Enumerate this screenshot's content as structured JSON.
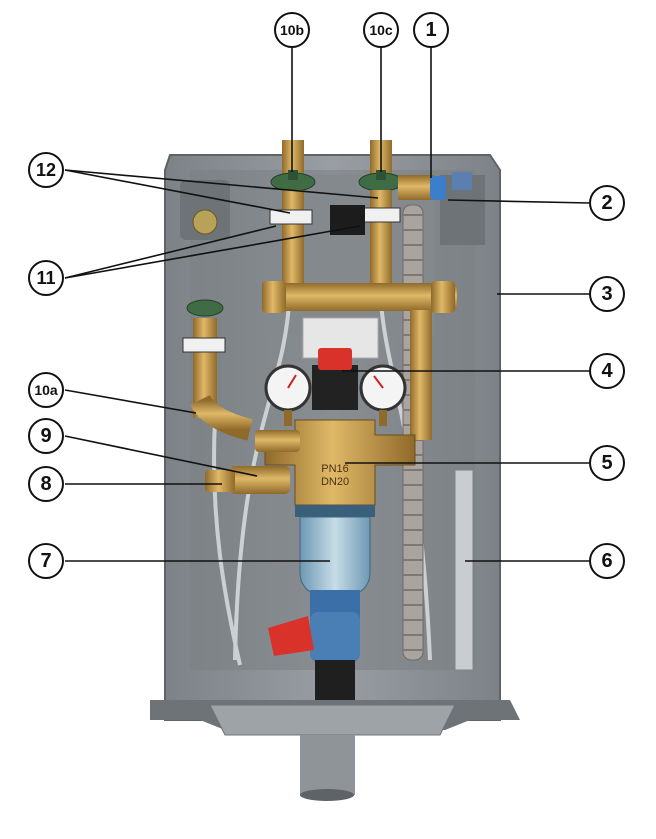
{
  "callouts": {
    "c1": {
      "label": "1"
    },
    "c2": {
      "label": "2"
    },
    "c3": {
      "label": "3"
    },
    "c4": {
      "label": "4"
    },
    "c5": {
      "label": "5"
    },
    "c6": {
      "label": "6"
    },
    "c7": {
      "label": "7"
    },
    "c8": {
      "label": "8"
    },
    "c9": {
      "label": "9"
    },
    "c10a": {
      "label": "10a"
    },
    "c10b": {
      "label": "10b"
    },
    "c10c": {
      "label": "10c"
    },
    "c11": {
      "label": "11"
    },
    "c12": {
      "label": "12"
    }
  },
  "body_marking": {
    "line1": "PN16",
    "line2": "DN20"
  },
  "colors": {
    "foam": "#8d9196",
    "foam_dark": "#6e7378",
    "brass": "#c79a4a",
    "brass_dark": "#8f6a2a",
    "valve_green": "#3f6b45",
    "red": "#d8322b",
    "blue": "#3b7ec9",
    "filter_blue": "#9fc2d6",
    "tray": "#9ea3a8"
  }
}
